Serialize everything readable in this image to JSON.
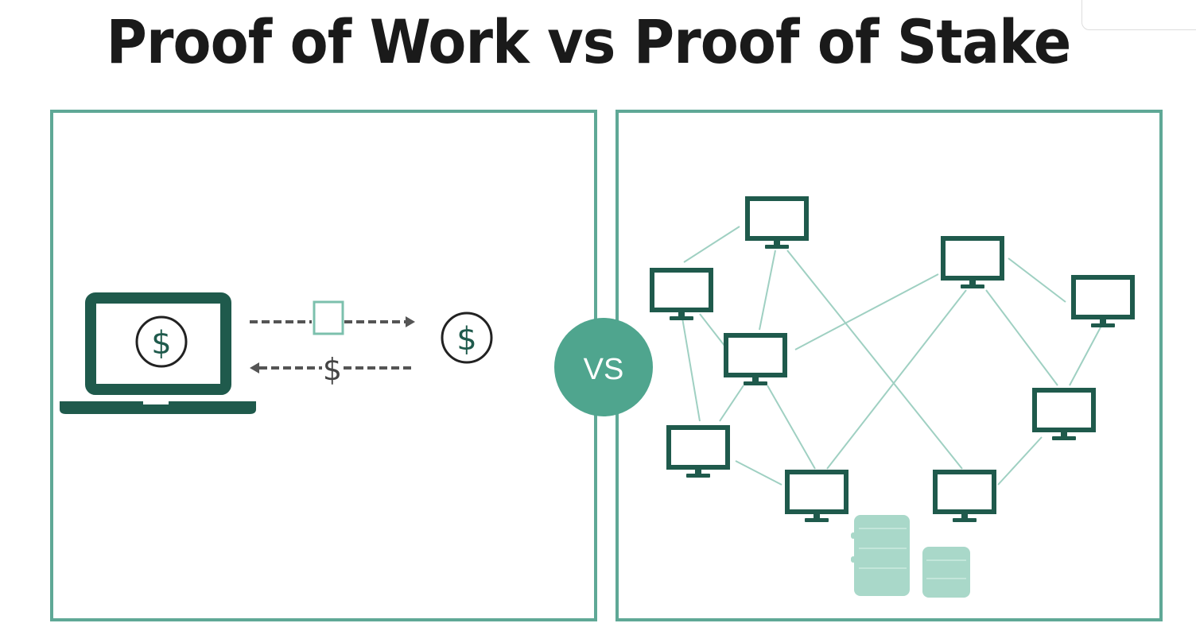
{
  "title": "Proof of Work vs Proof of Stake",
  "vs_label": "VS",
  "dollar_symbol": "$",
  "colors": {
    "dark_green": "#1f5a4c",
    "border_teal": "#5fa896",
    "vs_circle": "#4fa58e",
    "coins": "#a9d8c9",
    "network_line": "#9fd0c2"
  },
  "left_panel": {
    "concept": "proof-of-work"
  },
  "right_panel": {
    "concept": "proof-of-stake",
    "node_count": 9
  }
}
